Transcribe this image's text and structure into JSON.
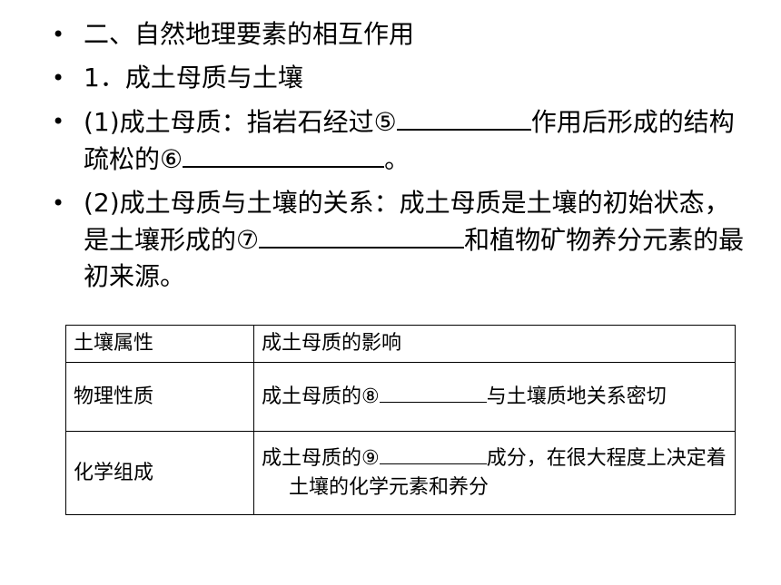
{
  "bullets": {
    "marker": "•",
    "item1": "二、自然地理要素的相互作用",
    "item2": "1．成土母质与土壤",
    "item3_a": "(1)成土母质：指岩石经过⑤",
    "item3_b": "作用后形成的结构疏松的⑥",
    "item3_c": "。",
    "item4_a": "(2)成土母质与土壤的关系：成土母质是土壤的初始状态，是土壤形成的⑦",
    "item4_b": "和植物矿物养分元素的最初来源。"
  },
  "table": {
    "headers": [
      "土壤属性",
      "成土母质的影响"
    ],
    "rows": [
      {
        "attr": "物理性质",
        "effect_a": "成土母质的⑧",
        "effect_b": "与土壤质地关系密切"
      },
      {
        "attr": "化学组成",
        "effect_a": "成土母质的⑨",
        "effect_b": "成分，在很大程度上决定着土壤的化学元素和养分"
      }
    ]
  }
}
